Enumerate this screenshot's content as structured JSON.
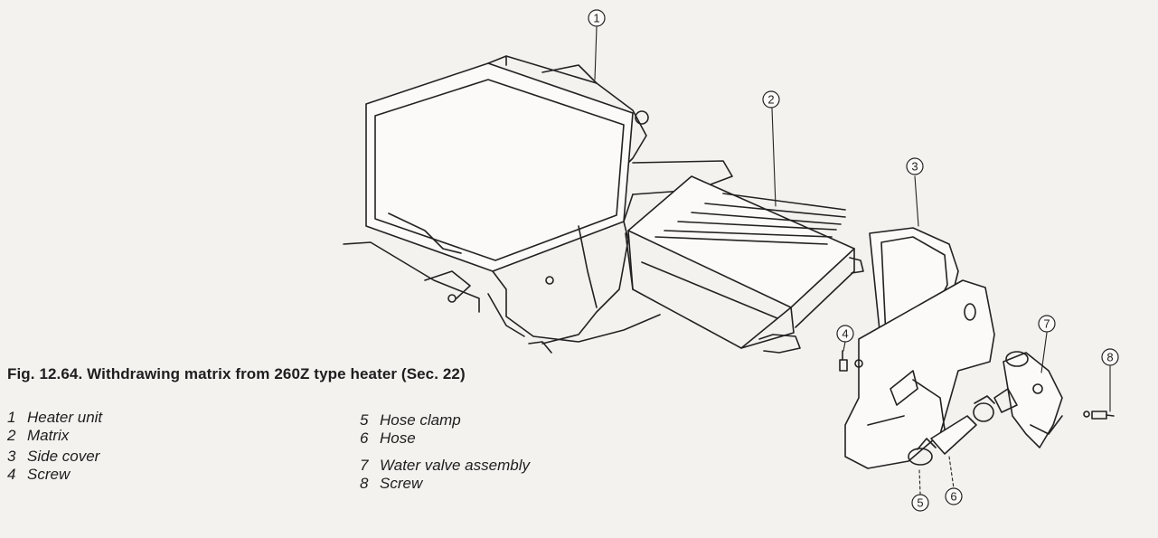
{
  "caption": "Fig. 12.64. Withdrawing matrix from 260Z type heater (Sec. 22)",
  "legend": [
    {
      "num": "1",
      "text": "Heater unit"
    },
    {
      "num": "2",
      "text": "Matrix"
    },
    {
      "num": "3",
      "text": "Side cover"
    },
    {
      "num": "4",
      "text": "Screw"
    },
    {
      "num": "5",
      "text": "Hose clamp"
    },
    {
      "num": "6",
      "text": "Hose"
    },
    {
      "num": "7",
      "text": "Water valve assembly"
    },
    {
      "num": "8",
      "text": "Screw"
    }
  ],
  "callouts": [
    "1",
    "2",
    "3",
    "4",
    "5",
    "6",
    "7",
    "8"
  ],
  "colors": {
    "paper": "#f4f2ef",
    "ink": "#1e1e1e"
  }
}
